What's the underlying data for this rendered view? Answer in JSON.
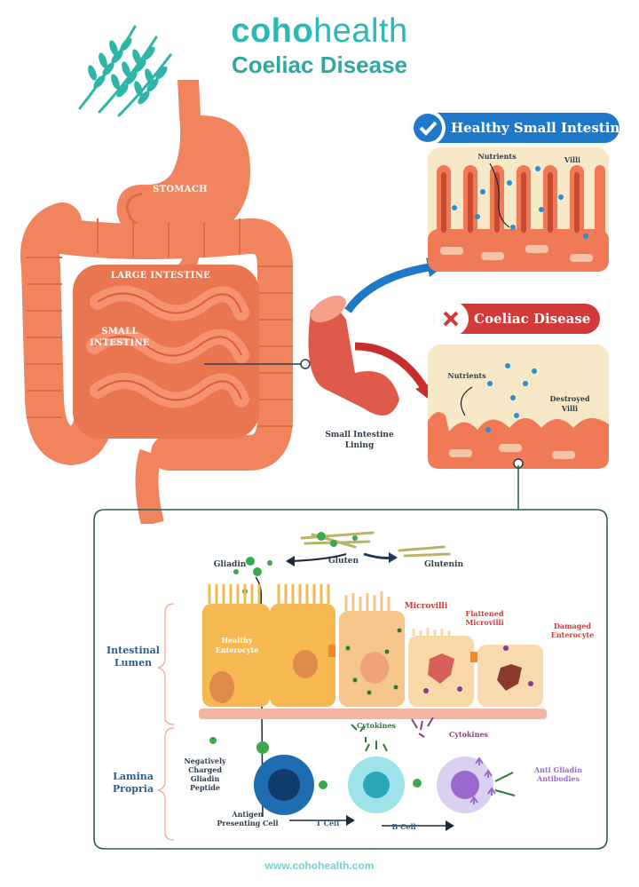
{
  "brand": {
    "bold": "coho",
    "light": "health"
  },
  "title": "Coeliac Disease",
  "organs": {
    "stomach": "STOMACH",
    "large_intestine": "LARGE INTESTINE",
    "small_intestine_1": "SMALL",
    "small_intestine_2": "INTESTINE"
  },
  "lining_label_1": "Small Intestine",
  "lining_label_2": "Lining",
  "healthy": {
    "title": "Healthy Small Intestine",
    "nutrients": "Nutrients",
    "villi": "Villi"
  },
  "disease": {
    "title": "Coeliac Disease",
    "nutrients": "Nutrients",
    "destroyed_1": "Destroyed",
    "destroyed_2": "Villi"
  },
  "detail": {
    "gluten": "Gluten",
    "glutenin": "Glutenin",
    "gliadin": "Gliadin",
    "healthy_enterocyte_1": "Healthy",
    "healthy_enterocyte_2": "Enterocyte",
    "microvilli": "Microvilli",
    "flattened_1": "Flattened",
    "flattened_2": "Microvilli",
    "damaged_1": "Damaged",
    "damaged_2": "Enterocyte",
    "lumen_1": "Intestinal",
    "lumen_2": "Lumen",
    "lamina_1": "Lamina",
    "lamina_2": "Propria",
    "cytokines_1": "Cytokines",
    "cytokines_2": "Cytokines",
    "peptide_1": "Negatively",
    "peptide_2": "Charged",
    "peptide_3": "Gliadin",
    "peptide_4": "Peptide",
    "apc_1": "Antigen",
    "apc_2": "Presenting Cell",
    "tcell": "T Cell",
    "bcell": "B Cell",
    "antibodies_1": "Anti Gliadin",
    "antibodies_2": "Antibodies"
  },
  "footer": "www.cohohealth.com",
  "colors": {
    "teal": "#2bb9b3",
    "organ": "#f0845f",
    "healthy_pill": "#1f78c8",
    "disease_pill": "#d23a3a",
    "border": "#2f5d50"
  }
}
